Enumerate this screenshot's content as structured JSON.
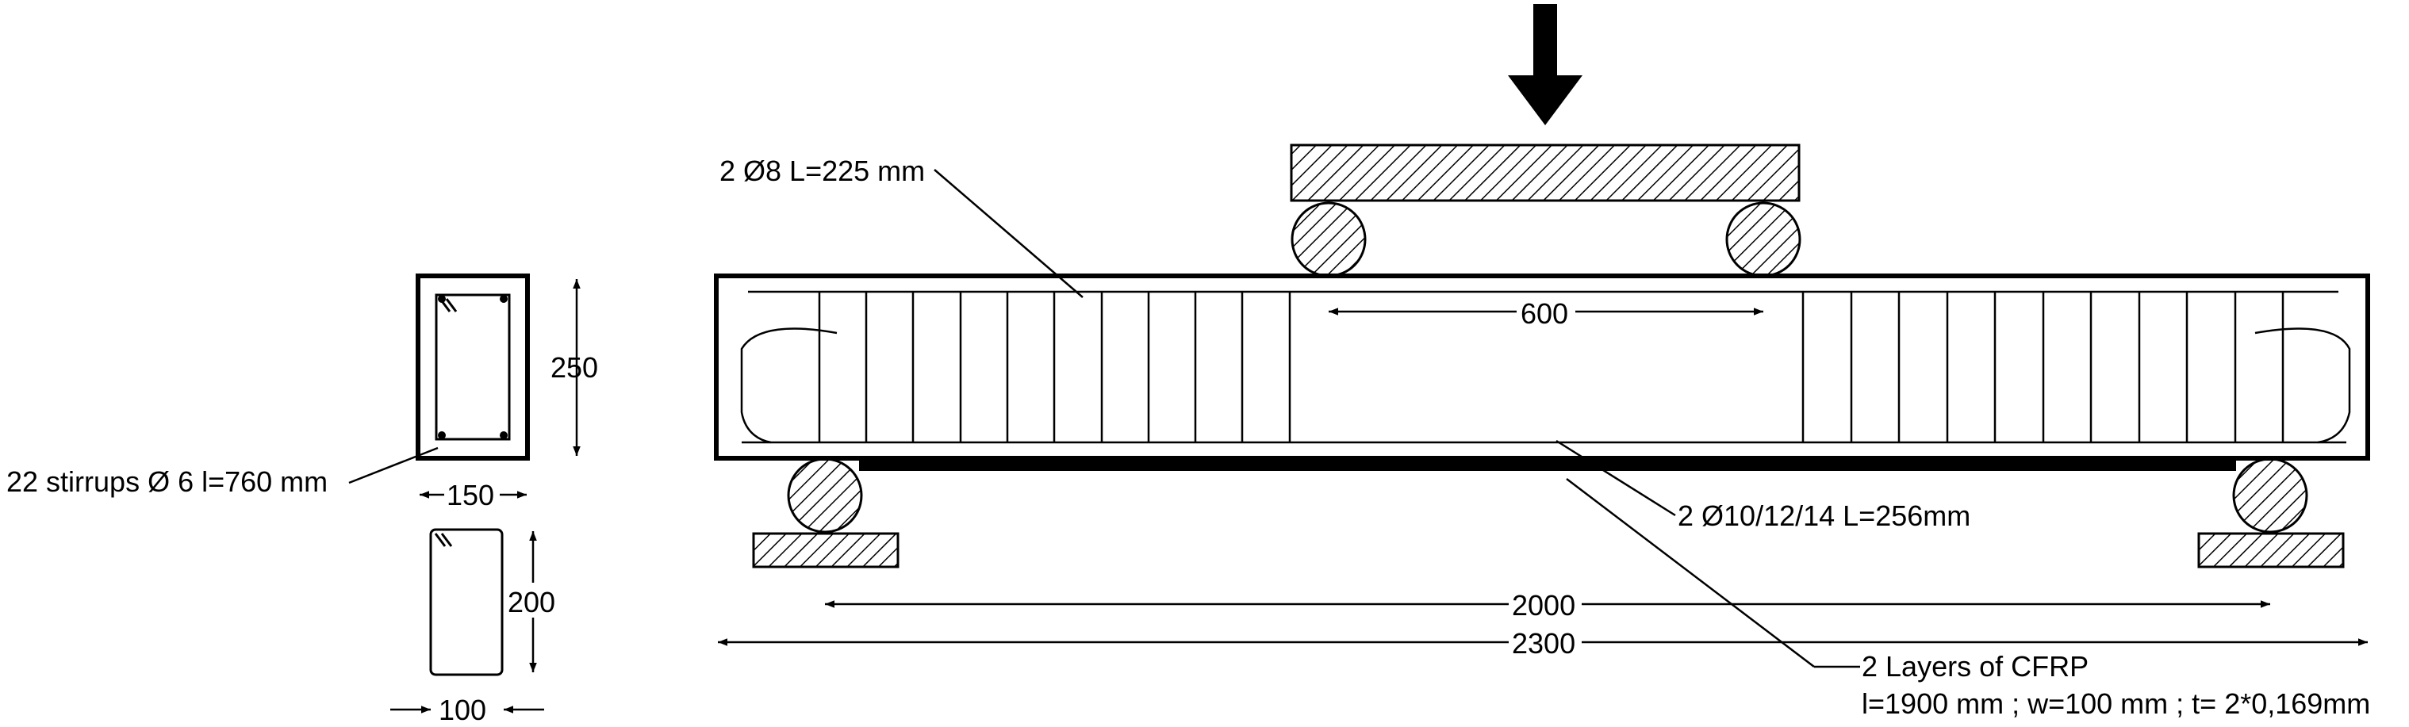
{
  "labels": {
    "top_bars": "2 Ø8 L=225 mm",
    "stirrups": "22 stirrups Ø 6 l=760 mm",
    "bottom_bars": "2 Ø10/12/14 L=256mm",
    "cfrp_title": "2 Layers of CFRP",
    "cfrp_spec": "l=1900 mm ; w=100 mm ; t= 2*0,169mm"
  },
  "dimensions": {
    "load_span": "600",
    "support_span": "2000",
    "total_length": "2300",
    "section_height": "250",
    "section_width": "150",
    "stirrup_height": "200",
    "stirrup_width": "100"
  }
}
